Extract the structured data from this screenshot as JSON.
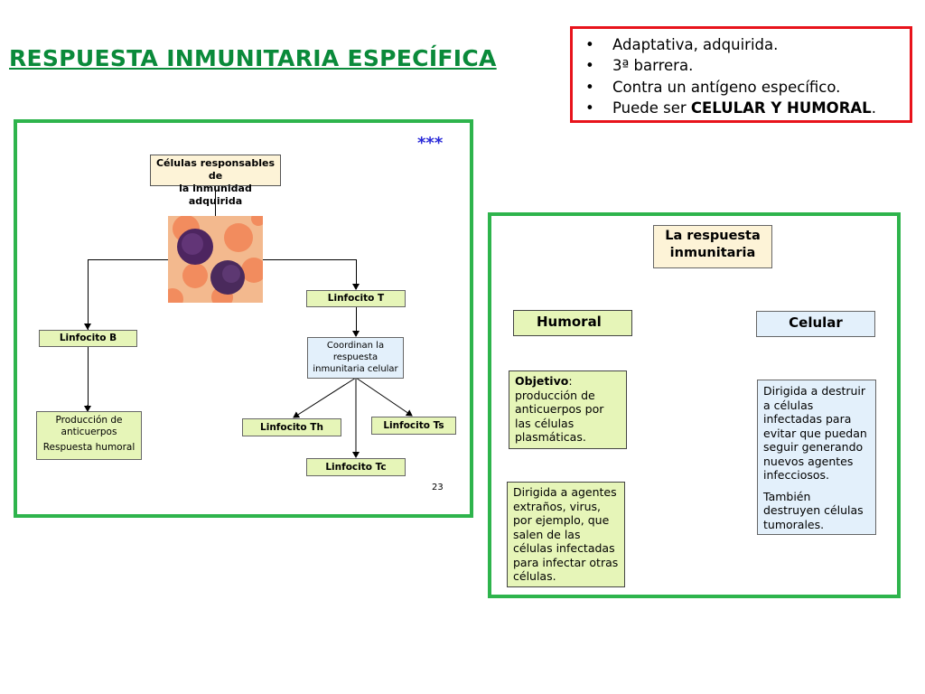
{
  "slide": {
    "title": "RESPUESTA INMUNITARIA ESPECÍFICA"
  },
  "bullets": [
    {
      "text": "Adaptativa, adquirida."
    },
    {
      "text": "3ª barrera."
    },
    {
      "text": "Contra  un antígeno específico."
    },
    {
      "prefix": "Puede ser ",
      "bold": "CELULAR Y HUMORAL",
      "suffix": "."
    }
  ],
  "bullet_symbol": "•",
  "left_diagram": {
    "stars": "***",
    "page_number": "23",
    "root": [
      "Células responsables de",
      "la inmunidad adquirida"
    ],
    "linfocito_t": "Linfocito T",
    "linfocito_b": "Linfocito B",
    "coordinan": [
      "Coordinan la",
      "respuesta",
      "inmunitaria celular"
    ],
    "produccion": [
      "Producción de",
      "anticuerpos",
      "Respuesta humoral"
    ],
    "linfocito_th": "Linfocito Th",
    "linfocito_ts": "Linfocito Ts",
    "linfocito_tc": "Linfocito Tc"
  },
  "right_diagram": {
    "root": [
      "La respuesta",
      "inmunitaria"
    ],
    "humoral": "Humoral",
    "celular": "Celular",
    "objetivo_label": "Objetivo",
    "objetivo_rest": ":",
    "objetivo_lines": [
      "producción de",
      "anticuerpos por",
      "las células",
      "plasmáticas."
    ],
    "humoral_detail": [
      "Dirigida a agentes",
      "extraños, virus,",
      "por ejemplo, que",
      "salen de las",
      "células infectadas",
      "para infectar otras",
      "células."
    ],
    "celular_detail": [
      "Dirigida a destruir",
      "a células",
      "infectadas para",
      "evitar que puedan",
      "seguir generando",
      "nuevos agentes",
      "infecciosos."
    ],
    "celular_detail2": [
      "También",
      "destruyen células",
      "tumorales."
    ]
  },
  "colors": {
    "title_green": "#0a8a3a",
    "frame_green": "#2eb44c",
    "frame_red": "#e8131b",
    "stars_blue": "#2a2ad8",
    "box_cream": "#fdf3d7",
    "box_lime": "#e6f5b8",
    "box_blue": "#e3f0fb"
  },
  "images": {
    "blood_cells": "lymphocyte-micrograph"
  }
}
